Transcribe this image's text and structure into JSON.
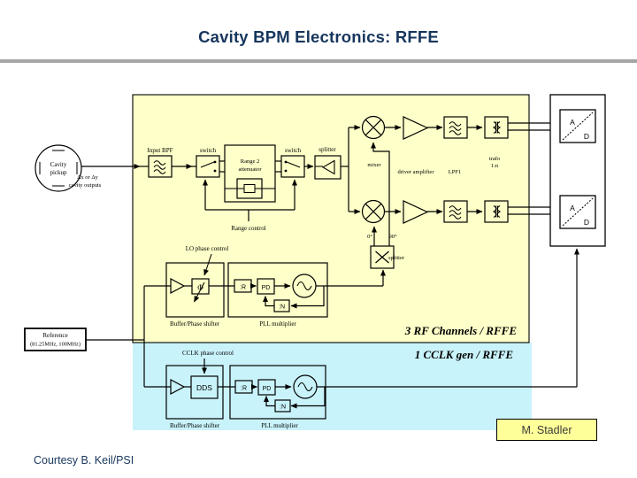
{
  "slide": {
    "title": "Cavity BPM Electronics: RFFE",
    "courtesy": "Courtesy B. Keil/PSI",
    "credit": "M. Stadler"
  },
  "colors": {
    "title_text": "#17365D",
    "divider_gray": "#A6A6A6",
    "rf_region": "#FFFFC9",
    "cclk_region": "#C9F3FA",
    "credit_bg": "#FFFF99",
    "line": "#000000"
  },
  "regions": {
    "rf_label": "3 RF Channels / RFFE",
    "cclk_label": "1 CCLK gen / RFFE"
  },
  "input": {
    "cavity_line1": "Cavity",
    "cavity_line2": "pickup",
    "outputs_line1": "Δx or Δy",
    "outputs_line2": "cavity outputs",
    "reference_line1": "Reference",
    "reference_line2": "(81.25MHz, 100MHz)"
  },
  "rf_chain": {
    "input_bpf": "Input BPF",
    "switch_a": "switch",
    "switch_b": "switch",
    "attenuator_line1": "Range 2",
    "attenuator_line2": "attenuator",
    "range_control": "Range control",
    "splitter": "splitter",
    "mixer": "mixer",
    "driver_amplifier": "driver amplifier",
    "lpf": "LPF1",
    "trafo_line1": "trafo",
    "trafo_line2": "1:n",
    "adc_a": "A",
    "adc_d": "D"
  },
  "lo_chain": {
    "control": "LO phase control",
    "phase_symbol": "Φ",
    "buffer_label": "Buffer/Phase shifter",
    "pll_label": "PLL multiplier",
    "div_r": ":R",
    "pd": "PD",
    "div_n": ":N",
    "deg0": "0°",
    "deg90": "90°",
    "quad_splitter": "splitter"
  },
  "cclk_chain": {
    "control": "CCLK phase control",
    "dds": "DDS",
    "buffer_label": "Buffer/Phase shifter",
    "pll_label": "PLL multiplier",
    "div_r": ":R",
    "pd": "PD",
    "div_n": ":N"
  }
}
